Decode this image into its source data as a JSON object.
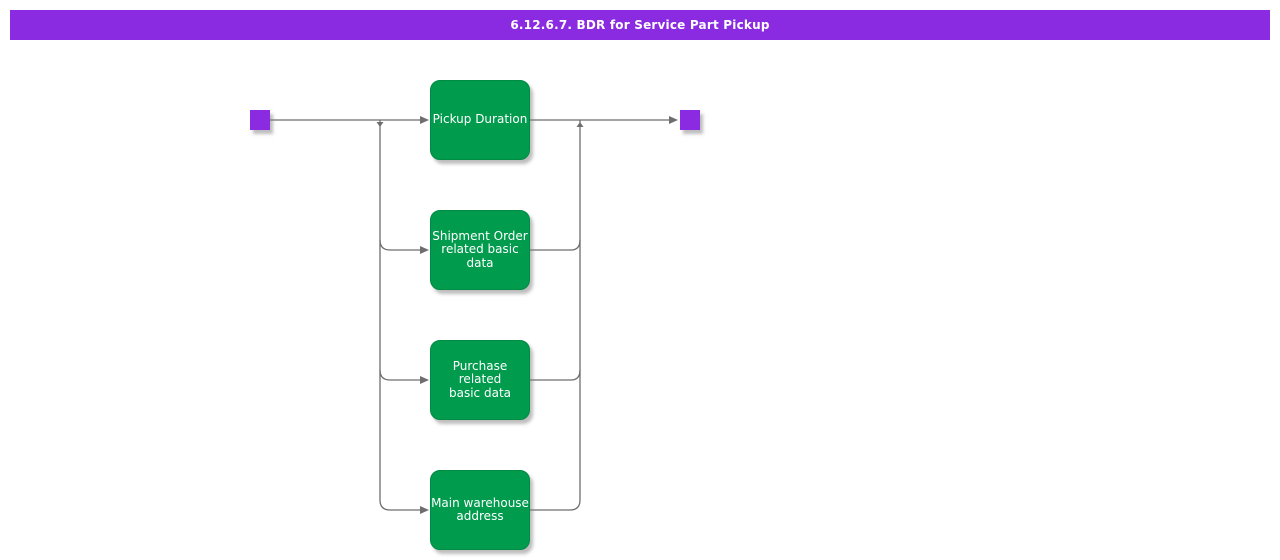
{
  "title": "6.12.6.7. BDR for Service Part Pickup",
  "diagram": {
    "type": "activity-split-diagram",
    "nodes": {
      "start": {
        "shape": "square"
      },
      "end": {
        "shape": "square"
      }
    },
    "activities": [
      {
        "id": "pickup-duration",
        "label": "Pickup Duration"
      },
      {
        "id": "shipment-order-basic-data",
        "label": "Shipment Order\nrelated basic\ndata"
      },
      {
        "id": "purchase-basic-data",
        "label": "Purchase related\nbasic data"
      },
      {
        "id": "main-warehouse-address",
        "label": "Main warehouse\naddress"
      }
    ],
    "edges": [
      {
        "from": "start",
        "to": "pickup-duration"
      },
      {
        "from": "start",
        "to": "shipment-order-basic-data"
      },
      {
        "from": "start",
        "to": "purchase-basic-data"
      },
      {
        "from": "start",
        "to": "main-warehouse-address"
      },
      {
        "from": "pickup-duration",
        "to": "end"
      },
      {
        "from": "shipment-order-basic-data",
        "to": "end"
      },
      {
        "from": "purchase-basic-data",
        "to": "end"
      },
      {
        "from": "main-warehouse-address",
        "to": "end"
      }
    ],
    "colors": {
      "title_bg": "#8A2BE2",
      "title_text": "#FFFFFF",
      "activity_fill": "#009B4D",
      "activity_border": "#008B45",
      "node_fill": "#8A2BE2",
      "connector": "#6E6E6E"
    }
  }
}
